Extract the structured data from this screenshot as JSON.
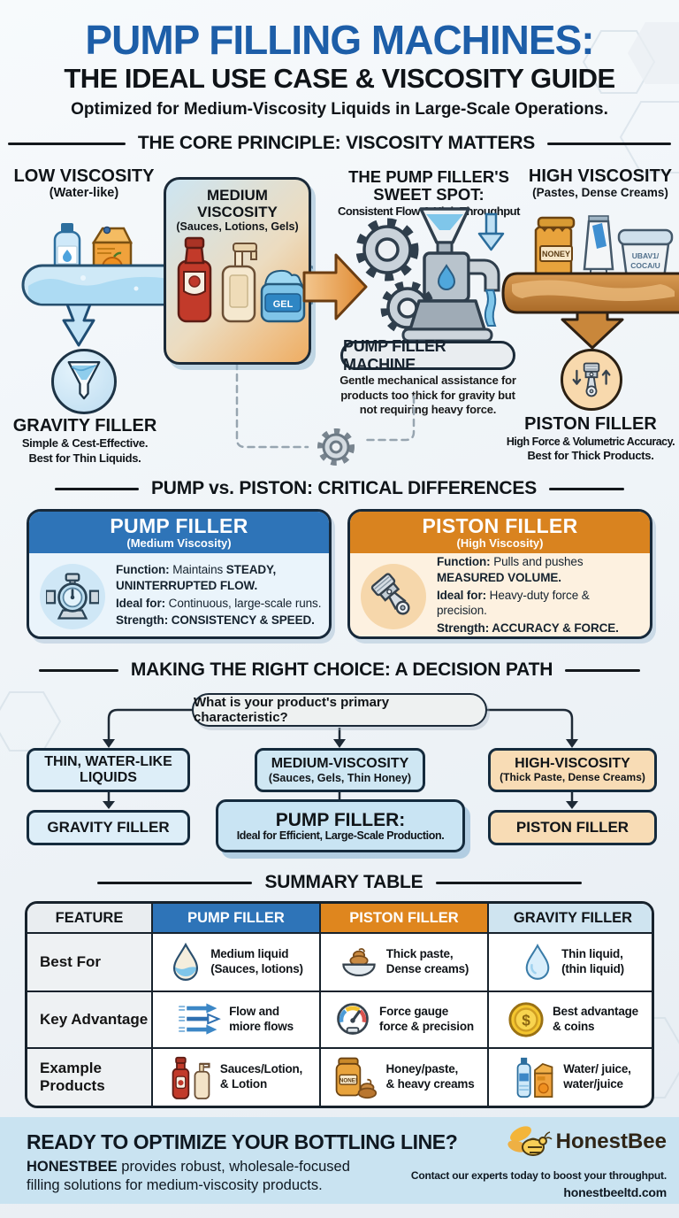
{
  "header": {
    "title": "PUMP FILLING MACHINES:",
    "subtitle": "THE IDEAL USE CASE & VISCOSITY GUIDE",
    "tagline": "Optimized for Medium-Viscosity Liquids in Large-Scale Operations."
  },
  "colors": {
    "title_blue": "#1d5ea8",
    "pump_blue": "#2e74b8",
    "piston_orange": "#df861e",
    "footer_bg": "#c9e3f1"
  },
  "core": {
    "heading": "THE CORE PRINCIPLE: VISCOSITY MATTERS",
    "low_title": "LOW VISCOSITY",
    "low_sub": "(Water-like)",
    "medium_title": "MEDIUM VISCOSITY",
    "medium_sub": "(Sauces, Lotions, Gels)",
    "gel_label": "GEL",
    "sweet_line1": "THE PUMP FILLER'S",
    "sweet_line2": "SWEET SPOT:",
    "sweet_line3": "Consistent Flow & High Throughput",
    "machine_label": "PUMP FILLER MACHINE",
    "machine_desc": "Gentle mechanical assistance for products too thick for gravity but not requiring heavy force.",
    "high_title": "HIGH VISCOSITY",
    "high_sub": "(Pastes, Dense Creams)",
    "honey_label": "NONEY",
    "tub_line1": "UBAV1/",
    "tub_line2": "COCA/U",
    "gravity_title": "GRAVITY FILLER",
    "gravity_line1": "Simple & Cest-Effective.",
    "gravity_line2": "Best for Thin Liquids.",
    "piston_title": "PISTON FILLER",
    "piston_line1": "High Force & Volumetric Accuracy.",
    "piston_line2": "Best for Thick Products."
  },
  "comparison": {
    "heading": "PUMP vs. PISTON: CRITICAL DIFFERENCES",
    "pump": {
      "title": "PUMP FILLER",
      "sub": "(Medium Viscosity)",
      "fn_label": "Function:",
      "fn_normal": " Maintains ",
      "fn_bold": "STEADY, UNINTERRUPTED FLOW.",
      "ideal_label": "Ideal for:",
      "ideal_text": " Continuous, large-scale runs.",
      "strength_label": "Strength:",
      "strength_text": " CONSISTENCY & SPEED."
    },
    "piston": {
      "title": "PISTON FILLER",
      "sub": "(High Viscosity)",
      "fn_label": "Function:",
      "fn_normal": " Pulls and pushes ",
      "fn_bold": "MEASURED VOLUME.",
      "ideal_label": "Ideal for:",
      "ideal_text": " Heavy-duty force & precision.",
      "strength_label": "Strength:",
      "strength_text": " ACCURACY & FORCE."
    }
  },
  "decision": {
    "heading": "MAKING THE RIGHT CHOICE: A DECISION PATH",
    "question": "What is your product's primary characteristic?",
    "branch1_line1": "THIN, WATER-LIKE",
    "branch1_line2": "LIQUIDS",
    "result1": "GRAVITY FILLER",
    "branch2_line1": "MEDIUM-VISCOSITY",
    "branch2_line2": "(Sauces, Gels, Thin Honey)",
    "result2_title": "PUMP FILLER:",
    "result2_sub": "Ideal for Efficient, Large-Scale Production.",
    "branch3_line1": "HIGH-VISCOSITY",
    "branch3_line2": "(Thick Paste, Dense Creams)",
    "result3": "PISTON FILLER"
  },
  "summary": {
    "heading": "SUMMARY TABLE",
    "columns": [
      "FEATURE",
      "PUMP FILLER",
      "PISTON FILLER",
      "GRAVITY FILLER"
    ],
    "rows": [
      {
        "feature": "Best For",
        "pump1": "Medium liquid",
        "pump2": "(Sauces, lotions)",
        "piston1": "Thick paste,",
        "piston2": "Dense creams)",
        "gravity1": "Thin liquid,",
        "gravity2": "(thin liquid)"
      },
      {
        "feature": "Key Advantage",
        "pump1": "Flow and",
        "pump2": "miore flows",
        "piston1": "Force gauge",
        "piston2": "force & precision",
        "gravity1": "Best advantage",
        "gravity2": "& coins"
      },
      {
        "feature": "Example Products",
        "pump1": "Sauces/Lotion,",
        "pump2": "& Lotion",
        "piston1": "Honey/paste,",
        "piston2": "& heavy creams",
        "gravity1": "Water/ juice,",
        "gravity2": "water/juice"
      }
    ],
    "coin_symbol": "$",
    "mini_jar_label": "NONE!"
  },
  "footer": {
    "heading": "READY TO OPTIMIZE YOUR BOTTLING LINE?",
    "body_bold": "HONESTBEE",
    "body_rest": " provides robust, wholesale-focused filling solutions for medium-viscosity products.",
    "brand": "HonestBee",
    "contact": "Contact our experts today to boost your throughput.",
    "site": "honestbeeltd.com"
  }
}
